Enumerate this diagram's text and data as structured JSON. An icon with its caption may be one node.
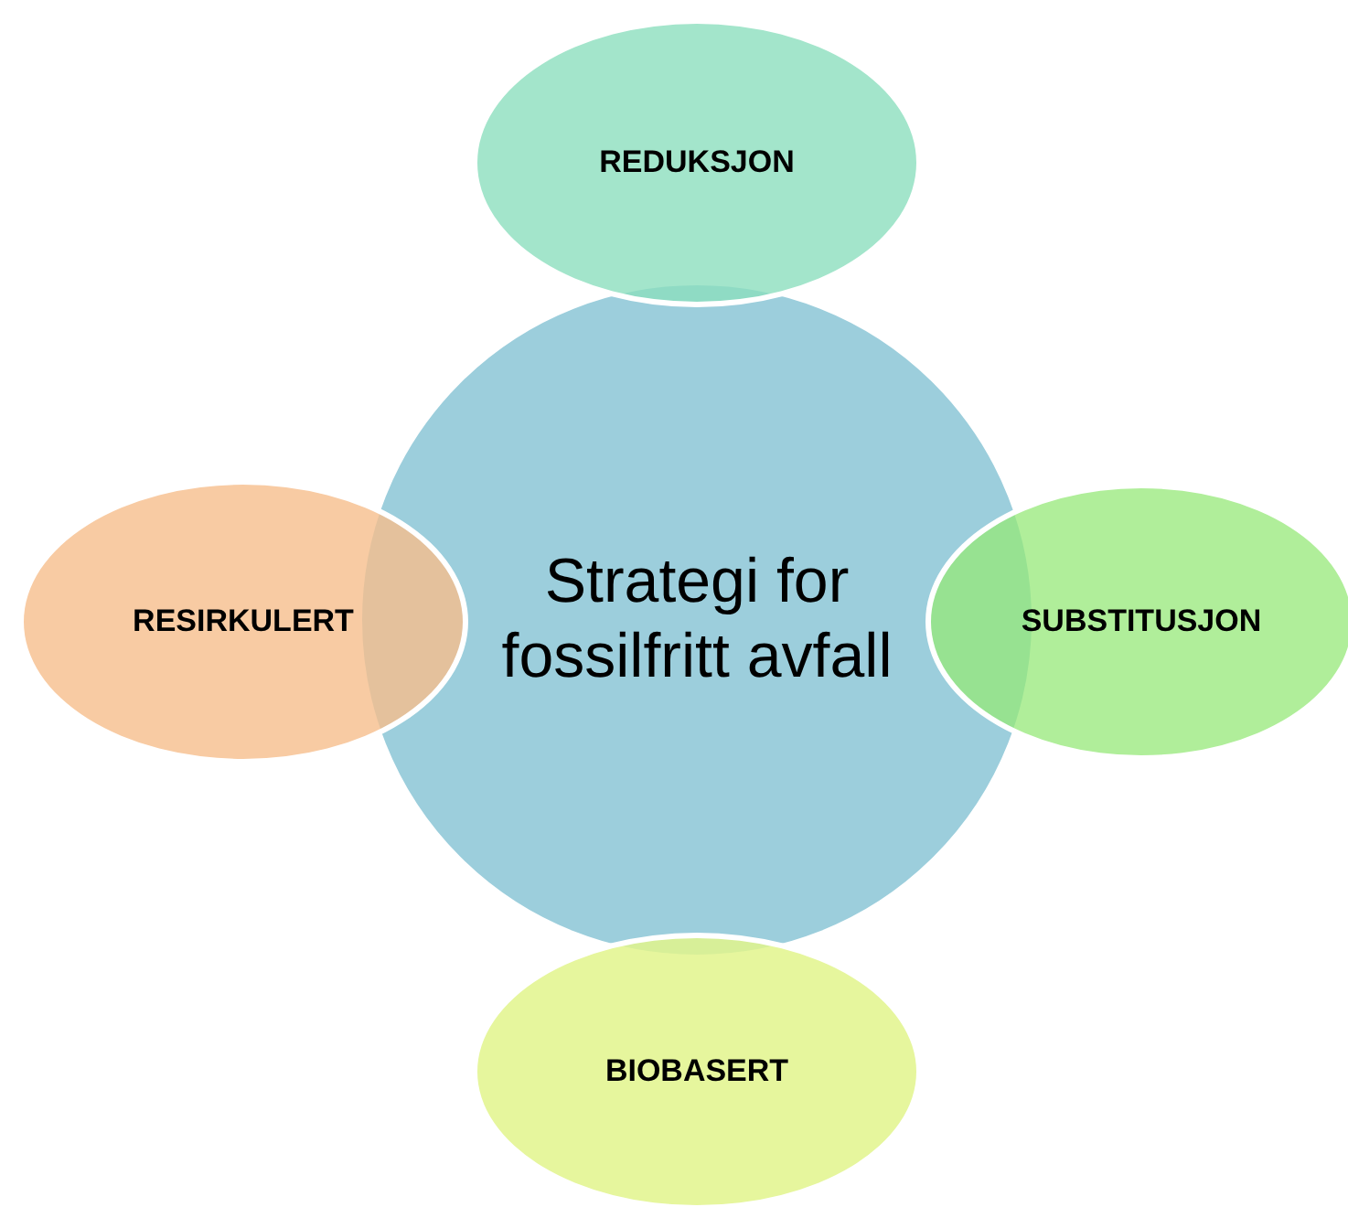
{
  "diagram": {
    "nodes": [
      {
        "text": [
          "Strategi for fossilfritt avfall"
        ]
      },
      {
        "text": [
          "REDUKSJON"
        ]
      },
      {
        "text": [
          "SUBSTITUSJON"
        ]
      },
      {
        "text": [
          "BIOBASERT"
        ]
      },
      {
        "text": [
          "RESIRKULERT"
        ]
      }
    ]
  }
}
